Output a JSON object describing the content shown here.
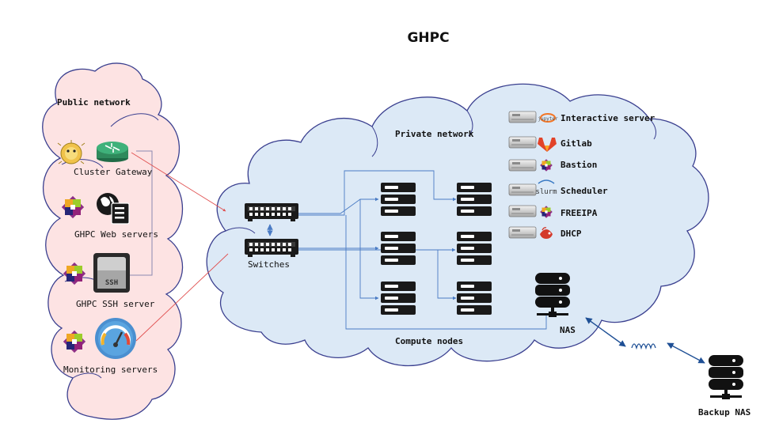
{
  "title": "GHPC",
  "public_network": {
    "label": "Public network",
    "gateway": "Cluster Gateway",
    "web": "GHPC Web servers",
    "ssh": "GHPC SSH server",
    "ssh_icon_text": "SSH",
    "monitoring": "Monitoring servers"
  },
  "private_network": {
    "label": "Private network",
    "switches": "Switches",
    "compute": "Compute nodes",
    "nas": "NAS",
    "services": [
      {
        "name": "Interactive server",
        "logo": "jupyter-logo",
        "logo_text": "jupyter"
      },
      {
        "name": "Gitlab",
        "logo": "gitlab-logo",
        "logo_text": ""
      },
      {
        "name": "Bastion",
        "logo": "centos-logo",
        "logo_text": ""
      },
      {
        "name": "Scheduler",
        "logo": "slurm-logo",
        "logo_text": "slurm"
      },
      {
        "name": "FREEIPA",
        "logo": "centos-logo",
        "logo_text": ""
      },
      {
        "name": "DHCP",
        "logo": "dhcp-logo",
        "logo_text": ""
      }
    ]
  },
  "backup_nas": "Backup NAS",
  "colors": {
    "public_cloud_fill": "#fde3e3",
    "public_cloud_stroke": "#3a3f8f",
    "private_cloud_fill": "#dce9f6",
    "private_cloud_stroke": "#3a3f8f",
    "link_blue": "#4a7bc4",
    "link_red": "#e05050",
    "link_gray": "#8a8ab0"
  }
}
